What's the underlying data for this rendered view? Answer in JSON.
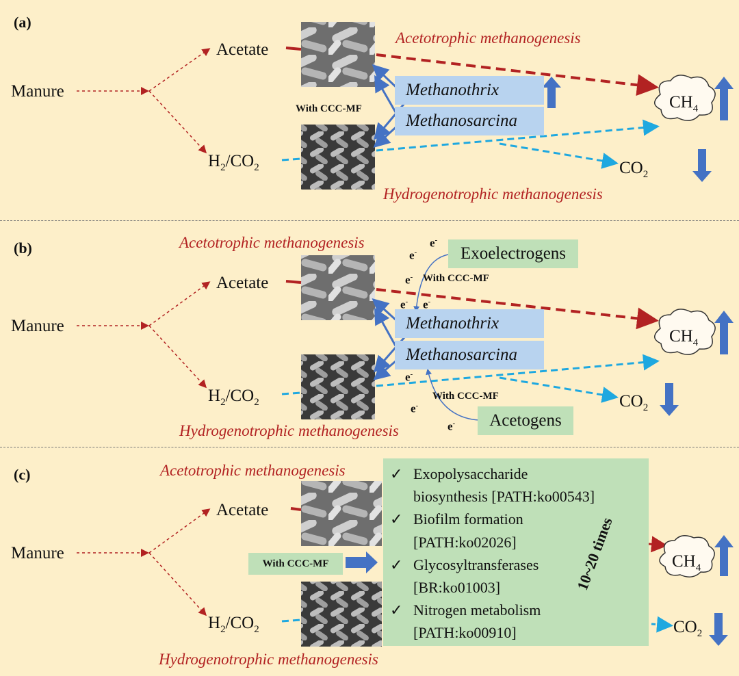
{
  "panels": [
    {
      "label": "(a)",
      "manure": "Manure",
      "acetate": "Acetate",
      "h2co2": "H2/CO2",
      "aceto": "Acetotrophic methanogenesis",
      "hydro": "Hydrogenotrophic methanogenesis",
      "methanothrix": "Methanothrix",
      "methanosarcina": "Methanosarcina",
      "with_ccc": "With CCC-MF",
      "ch4": "CH4",
      "co2": "CO2"
    },
    {
      "label": "(b)",
      "manure": "Manure",
      "acetate": "Acetate",
      "h2co2": "H2/CO2",
      "aceto": "Acetotrophic methanogenesis",
      "hydro": "Hydrogenotrophic methanogenesis",
      "methanothrix": "Methanothrix",
      "methanosarcina": "Methanosarcina",
      "exoelectrogens": "Exoelectrogens",
      "acetogens": "Acetogens",
      "with_ccc_top": "With CCC-MF",
      "with_ccc_bottom": "With CCC-MF",
      "electron": "e",
      "ch4": "CH4",
      "co2": "CO2"
    },
    {
      "label": "(c)",
      "manure": "Manure",
      "acetate": "Acetate",
      "h2co2": "H2/CO2",
      "aceto": "Acetotrophic methanogenesis",
      "hydro": "Hydrogenotrophic methanogenesis",
      "with_ccc": "With CCC-MF",
      "pathways": [
        "Exopolysaccharide",
        "biosynthesis [PATH:ko00543]",
        "Biofilm formation",
        "[PATH:ko02026]",
        "Glycosyltransferases",
        "[BR:ko01003]",
        "Nitrogen metabolism",
        "[PATH:ko00910]"
      ],
      "check": "✓",
      "fold": "10~20 times",
      "ch4": "CH4",
      "co2": "CO2"
    }
  ],
  "colors": {
    "background": "#fdefc9",
    "red_arrow": "#b22222",
    "blue_arrow": "#4472c4",
    "cyan_arrow": "#1ea8e0",
    "blue_box": "#b8d3ef",
    "green_box": "#bfe0b8"
  }
}
